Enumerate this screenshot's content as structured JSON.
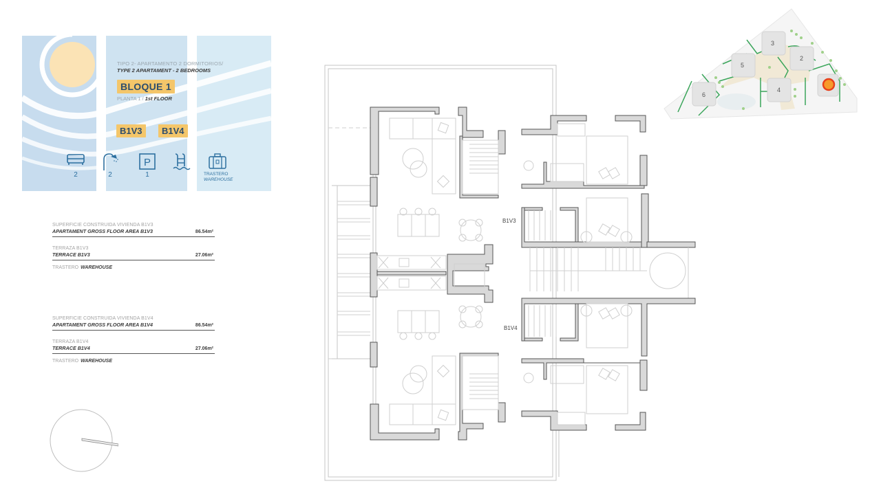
{
  "card": {
    "type_es": "TIPO 2- APARTAMENTO 2 DORMITORIOS/",
    "type_en": "TYPE 2 APARTAMENT - 2 BEDROOMS",
    "block": "BLOQUE 1",
    "floor_es": "PLANTA 1 / ",
    "floor_en": "1st FLOOR",
    "units": [
      "B1V3",
      "B1V4"
    ],
    "amenities": [
      {
        "icon": "bed-icon",
        "value": "2"
      },
      {
        "icon": "shower-icon",
        "value": "2"
      },
      {
        "icon": "parking-icon",
        "value": "1"
      },
      {
        "icon": "pool-icon",
        "value": ""
      },
      {
        "icon": "warehouse-icon",
        "value": "",
        "label_es": "TRASTERO",
        "label_en": "WAREHOUSE"
      }
    ],
    "colors": {
      "panel": "#cfe3f1",
      "sun": "#fbe3b5",
      "badge": "#f4c66a",
      "badge_text": "#2d4d6c",
      "icon": "#2c6f9f"
    }
  },
  "areas": [
    {
      "unit": "B1V3",
      "gross_es": "SUPERFICIE CONSTRUIDA VIVIENDA B1V3",
      "gross_en": "APARTAMENT GROSS FLOOR AREA B1V3",
      "gross_value": "86.54m²",
      "terrace_es": "TERRAZA B1V3",
      "terrace_en": "TERRACE B1V3",
      "terrace_value": "27.06m²",
      "warehouse_es": "TRASTERO",
      "warehouse_en": "WAREHOUSE"
    },
    {
      "unit": "B1V4",
      "gross_es": "SUPERFICIE CONSTRUIDA VIVIENDA B1V4",
      "gross_en": "APARTAMENT GROSS FLOOR AREA B1V4",
      "gross_value": "86.54m²",
      "terrace_es": "TERRAZA B1V4",
      "terrace_en": "TERRACE B1V4",
      "terrace_value": "27.06m²",
      "warehouse_es": "TRASTERO",
      "warehouse_en": "WAREHOUSE"
    }
  ],
  "plan": {
    "labels": {
      "upper": "B1V3",
      "lower": "B1V4"
    },
    "colors": {
      "wall": "#d9d9d9",
      "wall_stroke": "#555555",
      "line": "#bdbdbd"
    }
  },
  "site_map": {
    "blocks": [
      "2",
      "3",
      "4",
      "5",
      "6"
    ],
    "highlight_color": "#e8401c",
    "highlight_fill": "#f79a2b",
    "path_color": "#3aa55a"
  }
}
